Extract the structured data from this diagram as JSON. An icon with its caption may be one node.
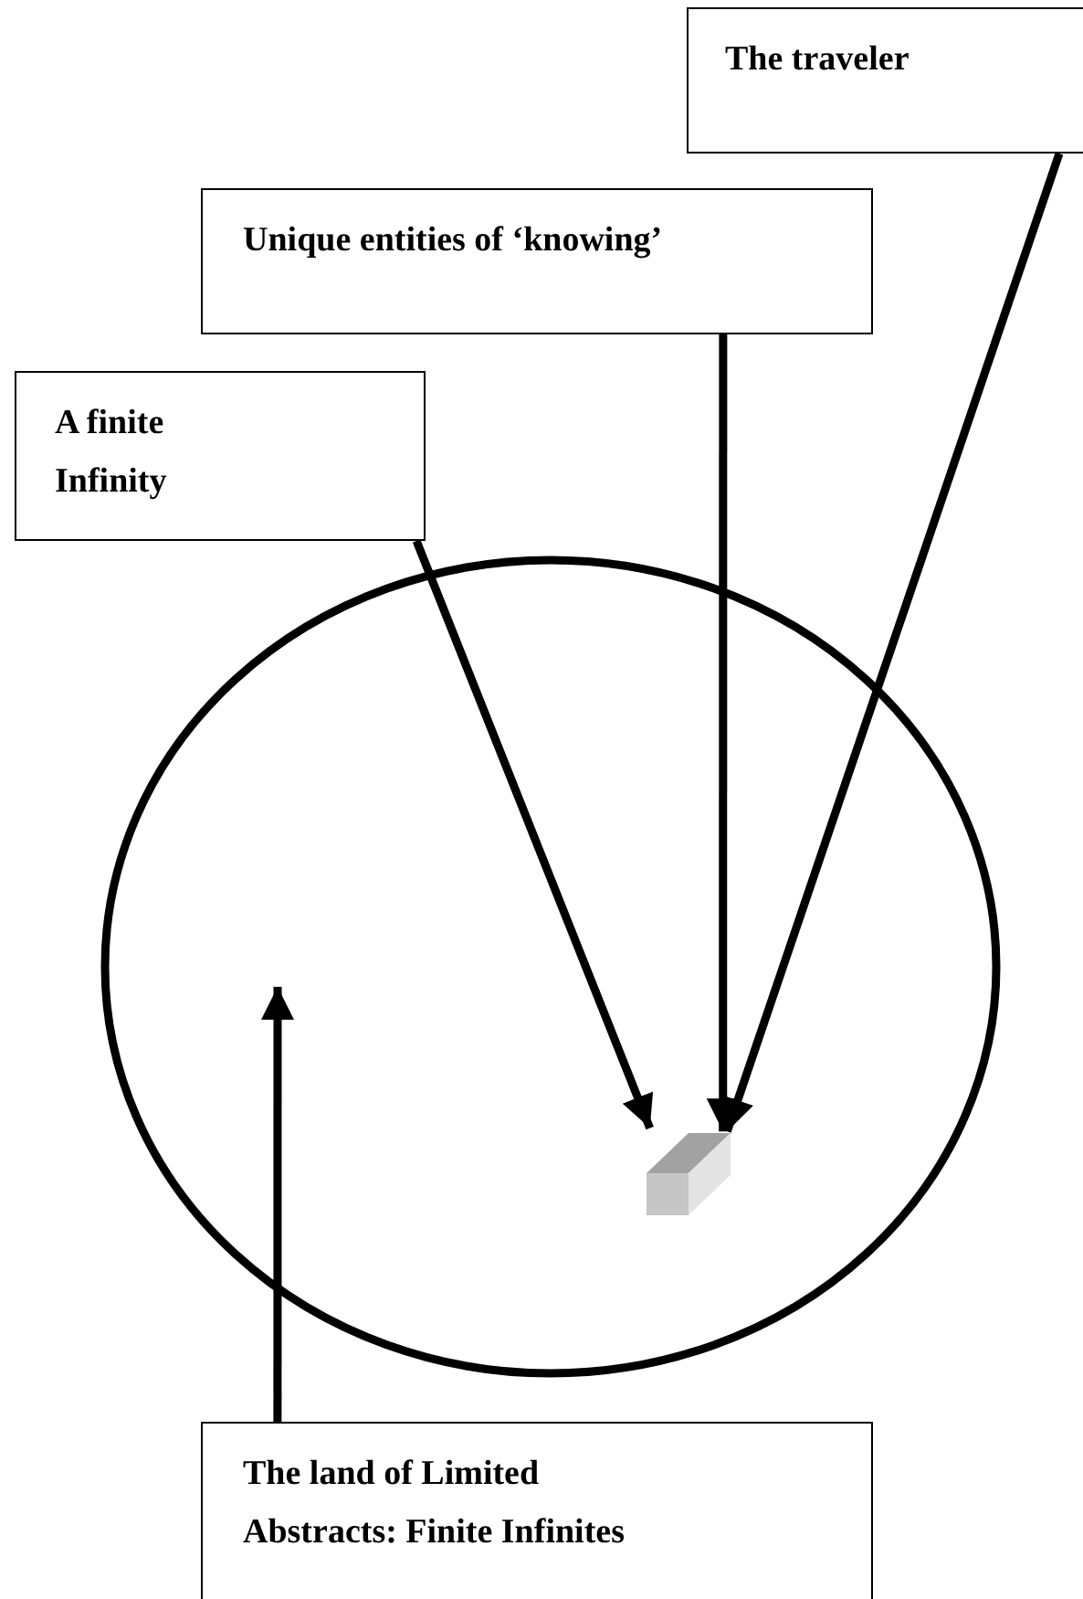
{
  "diagram": {
    "nodes": [
      {
        "text": [
          "The traveler"
        ]
      },
      {
        "text": [
          "Unique entities of ‘knowing’"
        ]
      },
      {
        "text": [
          "A finite Infinity"
        ]
      },
      {
        "text": [],
        "shape": "circle"
      },
      {
        "text": [],
        "shape": "box",
        "in": 3
      },
      {
        "text": [
          "The land of Limited Abstracts: Finite Infinites"
        ]
      }
    ],
    "edges": [
      {
        "from": 0,
        "to": 4,
        "arrow": "to"
      },
      {
        "from": 1,
        "to": 4,
        "arrow": "to"
      },
      {
        "from": 2,
        "to": 4,
        "arrow": "to"
      },
      {
        "from": 5,
        "to": null,
        "arrow": "to"
      }
    ]
  }
}
